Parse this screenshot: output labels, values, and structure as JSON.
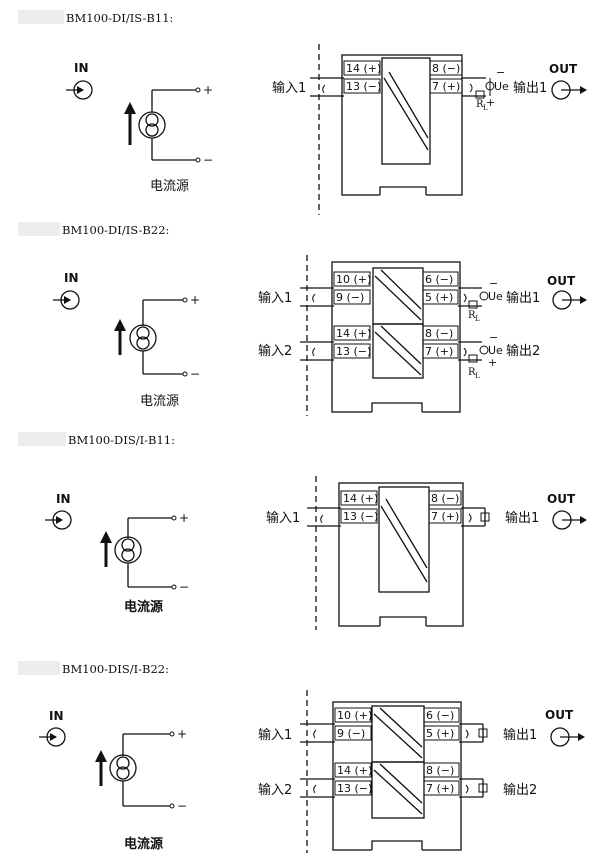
{
  "common": {
    "in_label": "IN",
    "out_label": "OUT",
    "source_label": "电流源",
    "plus": "+",
    "minus": "−",
    "ue": "Ue",
    "rl": "R",
    "rl_sub": "L"
  },
  "sections": [
    {
      "model": "BM100-DI/IS-B11:",
      "channels": [
        {
          "input": "输入1",
          "output": "输出1",
          "t_in_top": "14 (+)",
          "t_in_bot": "13 (−)",
          "t_out_top": "8 (−)",
          "t_out_bot": "7 (+)"
        }
      ]
    },
    {
      "model": "BM100-DI/IS-B22:",
      "channels": [
        {
          "input": "输入1",
          "output": "输出1",
          "t_in_top": "10 (+)",
          "t_in_bot": "9 (−)",
          "t_out_top": "6 (−)",
          "t_out_bot": "5 (+)"
        },
        {
          "input": "输入2",
          "output": "输出2",
          "t_in_top": "14 (+)",
          "t_in_bot": "13 (−)",
          "t_out_top": "8 (−)",
          "t_out_bot": "7 (+)"
        }
      ]
    },
    {
      "model": "BM100-DIS/I-B11:",
      "channels": [
        {
          "input": "输入1",
          "output": "输出1",
          "t_in_top": "14 (+)",
          "t_in_bot": "13 (−)",
          "t_out_top": "8 (−)",
          "t_out_bot": "7 (+)"
        }
      ]
    },
    {
      "model": "BM100-DIS/I-B22:",
      "channels": [
        {
          "input": "输入1",
          "output": "输出1",
          "t_in_top": "10 (+)",
          "t_in_bot": "9 (−)",
          "t_out_top": "6 (−)",
          "t_out_bot": "5 (+)"
        },
        {
          "input": "输入2",
          "output": "输出2",
          "t_in_top": "14 (+)",
          "t_in_bot": "13 (−)",
          "t_out_top": "8 (−)",
          "t_out_bot": "7 (+)"
        }
      ]
    }
  ]
}
